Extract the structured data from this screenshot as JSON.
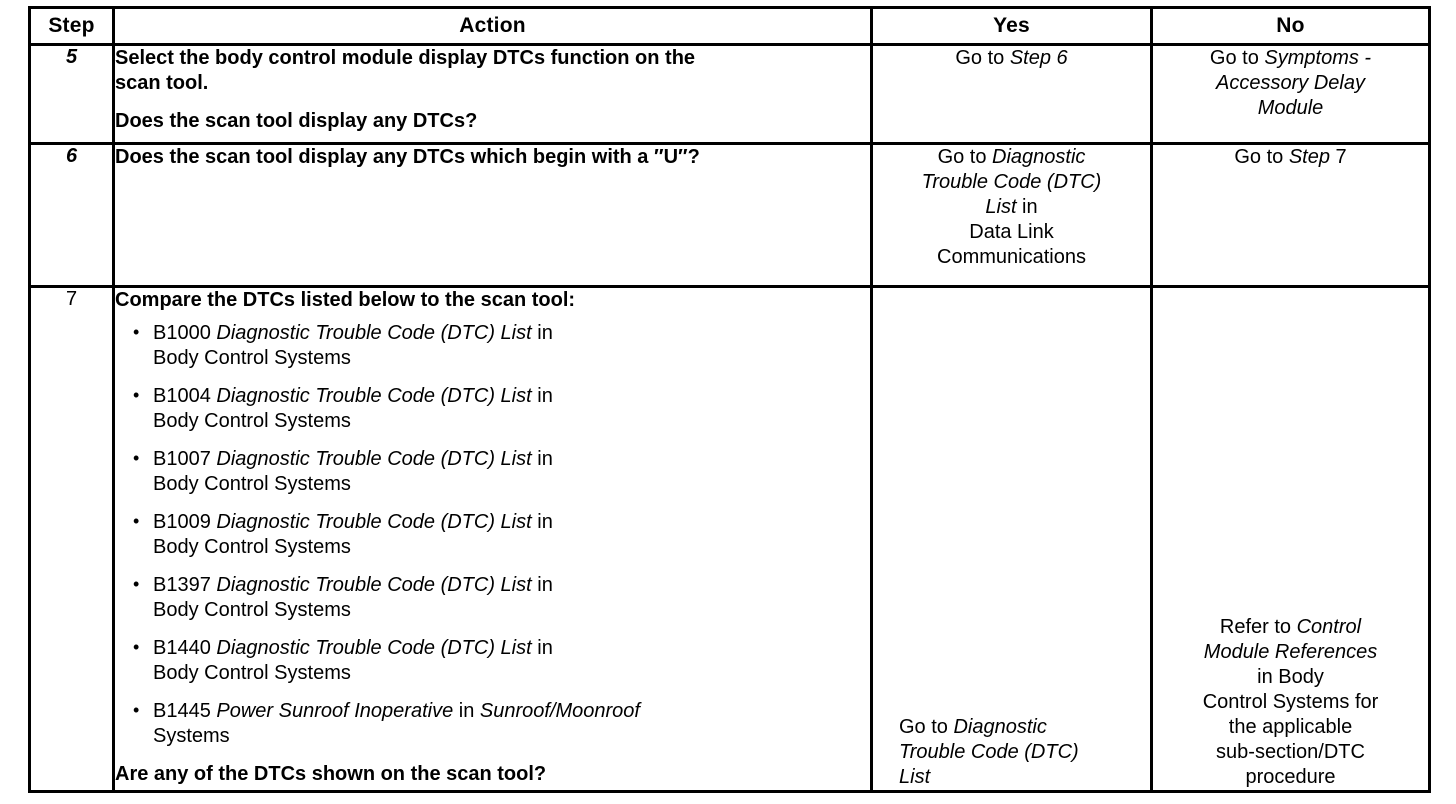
{
  "table": {
    "headers": {
      "step": "Step",
      "action": "Action",
      "yes": "Yes",
      "no": "No"
    },
    "rows": [
      {
        "step": "5",
        "action": {
          "line1": "Select the body control module display DTCs function on the",
          "line2": "scan tool.",
          "question": "Does the scan tool display any DTCs?"
        },
        "yes": {
          "prefix": "Go to ",
          "italic": "Step 6",
          "suffix": ""
        },
        "no": {
          "prefix": "Go to ",
          "italic_line1": "Symptoms -",
          "italic_line2": "Accessory  Delay",
          "italic_line3": "Module"
        }
      },
      {
        "step": "6",
        "action": {
          "question": "Does the scan tool display any DTCs which begin with a ″U″?"
        },
        "yes": {
          "prefix": "Go to ",
          "italic_line1": "Diagnostic",
          "italic_line2": "Trouble Code (DTC)",
          "italic_line3": "List",
          "reg_after": " in",
          "reg_line4": "Data Link",
          "reg_line5": "Communications"
        },
        "no": {
          "prefix": "Go to ",
          "italic": "Step",
          "suffix": " 7"
        }
      },
      {
        "step": "7",
        "action": {
          "intro": "Compare the DTCs listed below to the scan tool:",
          "bullets": [
            {
              "code": "B1000 ",
              "italic": "Diagnostic Trouble Code (DTC) List",
              "reg_tail": " in",
              "line2": "Body Control Systems"
            },
            {
              "code": "B1004 ",
              "italic": "Diagnostic Trouble Code (DTC) List",
              "reg_tail": " in",
              "line2": "Body Control Systems"
            },
            {
              "code": "B1007 ",
              "italic": "Diagnostic Trouble Code (DTC) List",
              "reg_tail": " in",
              "line2": "Body Control Systems"
            },
            {
              "code": "B1009 ",
              "italic": "Diagnostic Trouble Code (DTC) List",
              "reg_tail": " in",
              "line2": "Body Control Systems"
            },
            {
              "code": "B1397 ",
              "italic": "Diagnostic Trouble Code (DTC) List",
              "reg_tail": " in",
              "line2": "Body Control Systems"
            },
            {
              "code": "B1440 ",
              "italic": "Diagnostic Trouble Code (DTC) List",
              "reg_tail": " in",
              "line2": "Body Control Systems"
            },
            {
              "code": "B1445 ",
              "italic": "Power Sunroof Inoperative",
              "reg_tail": " in ",
              "italic2": "Sunroof/Moonroof",
              "line2": "Systems"
            }
          ],
          "question": "Are any of the DTCs shown on the scan tool?"
        },
        "yes": {
          "prefix": "Go to ",
          "italic_line1": "Diagnostic",
          "italic_line2": "Trouble Code (DTC)",
          "italic_line3": "List"
        },
        "no": {
          "prefix": "Refer to ",
          "italic_line1": "Control",
          "italic_line2": "Module References",
          "reg_line3": "in Body",
          "reg_line4": "Control Systems for",
          "reg_line5": "the applicable",
          "reg_line6": "sub-section/DTC",
          "reg_line7": "procedure"
        }
      }
    ]
  }
}
